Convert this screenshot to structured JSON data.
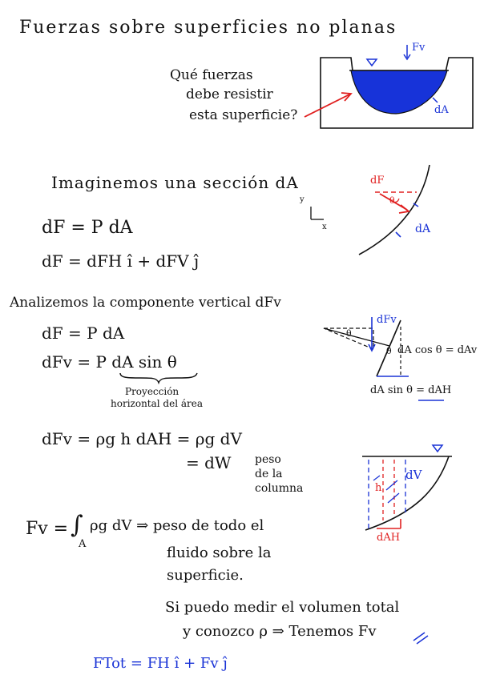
{
  "title": "Fuerzas sobre superficies no planas",
  "question": {
    "line1": "Qué fuerzas",
    "line2": "debe resistir",
    "line3": "esta superficie?"
  },
  "fig1": {
    "fv_label": "Fv",
    "da_label": "dA"
  },
  "section": {
    "intro": "Imaginemos una sección dA",
    "eq1": "dF = P dA",
    "eq2": "dF = dFH î + dFV ĵ"
  },
  "fig2": {
    "df_label": "dF",
    "theta_label": "θ",
    "da_label": "dA",
    "axis_y": "y",
    "axis_x": "x"
  },
  "vertical": {
    "heading": "Analizemos la componente vertical dFv",
    "eq1": "dF = P dA",
    "eq2": "dFv = P dA sin θ",
    "brace_note1": "Proyección",
    "brace_note2": "horizontal del área"
  },
  "fig3": {
    "dfv_label": "dFv",
    "theta1": "θ",
    "theta2": "θ",
    "da_cos": "dA cos θ = dAv",
    "da_sin": "dA sin θ = dAH"
  },
  "weight": {
    "eq1": "dFv = ρg h dAH = ρg dV",
    "eq2": "= dW",
    "note1": "peso",
    "note2": "de la",
    "note3": "columna"
  },
  "fig4": {
    "h_label": "h",
    "dv_label": "dV",
    "dah_label": "dAH"
  },
  "integral": {
    "lhs": "Fv =",
    "int": "∫",
    "sub": "A",
    "rhs": "ρg dV ⇒ peso de todo el",
    "line2": "fluido sobre la",
    "line3": "superficie."
  },
  "conclusion": {
    "line1": "Si puedo medir el volumen total",
    "line2": "y conozco ρ ⇒ Tenemos Fv"
  },
  "final_eq": "FTot = FH î + Fv ĵ",
  "colors": {
    "ink": "#111111",
    "blue": "#1a33d6",
    "red": "#e02020"
  }
}
